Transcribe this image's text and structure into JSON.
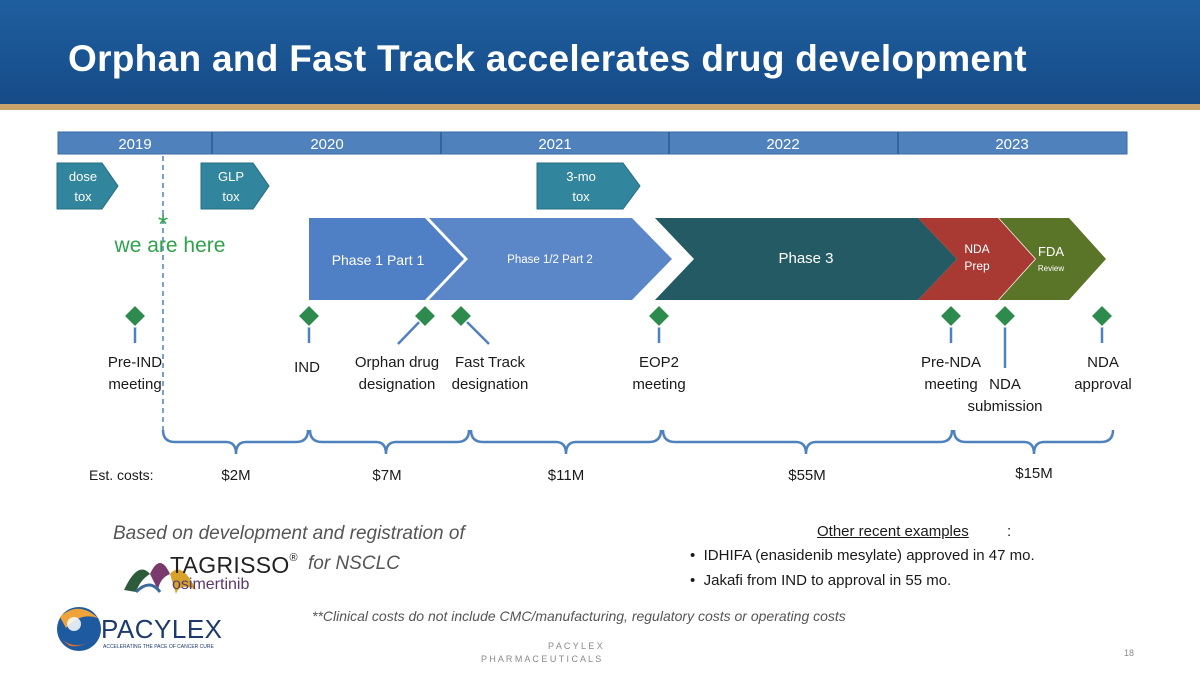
{
  "title": "Orphan and Fast Track accelerates drug development",
  "years": [
    "2019",
    "2020",
    "2021",
    "2022",
    "2023"
  ],
  "tox_studies": [
    {
      "line1": "dose",
      "line2": "tox"
    },
    {
      "line1": "GLP",
      "line2": "tox"
    },
    {
      "line1": "3-mo",
      "line2": "tox"
    }
  ],
  "we_are_here": {
    "marker": "*",
    "label": "we are here"
  },
  "phases": [
    {
      "label": "Phase 1 Part 1",
      "color": "#4f7fc4"
    },
    {
      "label": "Phase 1/2 Part 2",
      "color": "#5b87c9"
    },
    {
      "label": "Phase 3",
      "color": "#235a63"
    },
    {
      "line1": "NDA",
      "line2": "Prep",
      "color": "#a83a33"
    },
    {
      "line1": "FDA",
      "line2": "Review",
      "color": "#5a7428"
    }
  ],
  "milestones": {
    "pre_ind": {
      "line1": "Pre-IND",
      "line2": "meeting"
    },
    "ind": {
      "line1": "IND"
    },
    "orphan": {
      "line1": "Orphan drug",
      "line2": "designation"
    },
    "fast_track": {
      "line1": "Fast Track",
      "line2": "designation"
    },
    "eop2": {
      "line1": "EOP2",
      "line2": "meeting"
    },
    "pre_nda": {
      "line1": "Pre-NDA",
      "line2": "meeting"
    },
    "nda_submission": {
      "line1": "NDA",
      "line2": "submission"
    },
    "nda_approval": {
      "line1": "NDA",
      "line2": "approval"
    }
  },
  "costs": {
    "label": "Est. costs:",
    "values": [
      "$2M",
      "$7M",
      "$11M",
      "$55M",
      "$15M"
    ]
  },
  "basis": {
    "line1": "Based on development and registration of",
    "drug_name": "TAGRISSO",
    "registered": "®",
    "generic": "osimertinib",
    "indication": "for NSCLC"
  },
  "examples": {
    "title": "Other recent examples",
    "title_suffix": ":",
    "bullet": "•",
    "items": [
      "IDHIFA (enasidenib mesylate) approved in 47 mo.",
      "Jakafi from IND to approval in 55 mo."
    ]
  },
  "footnote": "**Clinical costs do not include CMC/manufacturing, regulatory costs or operating costs",
  "company": {
    "name": "PACYLEX",
    "tagline": "ACCELERATING THE PACE OF CANCER CURE",
    "footer_line1": "P A C Y L E X",
    "footer_line2": "P H A R M A C E U T I C A L S"
  },
  "page_number": "18",
  "colors": {
    "title_bg": "#1a5495",
    "year_bar": "#4f81bd",
    "tox_box": "#31859c",
    "milestone_diamond": "#2e8b4e",
    "we_are_here": "#2fa24b",
    "brace": "#4f81bd"
  }
}
